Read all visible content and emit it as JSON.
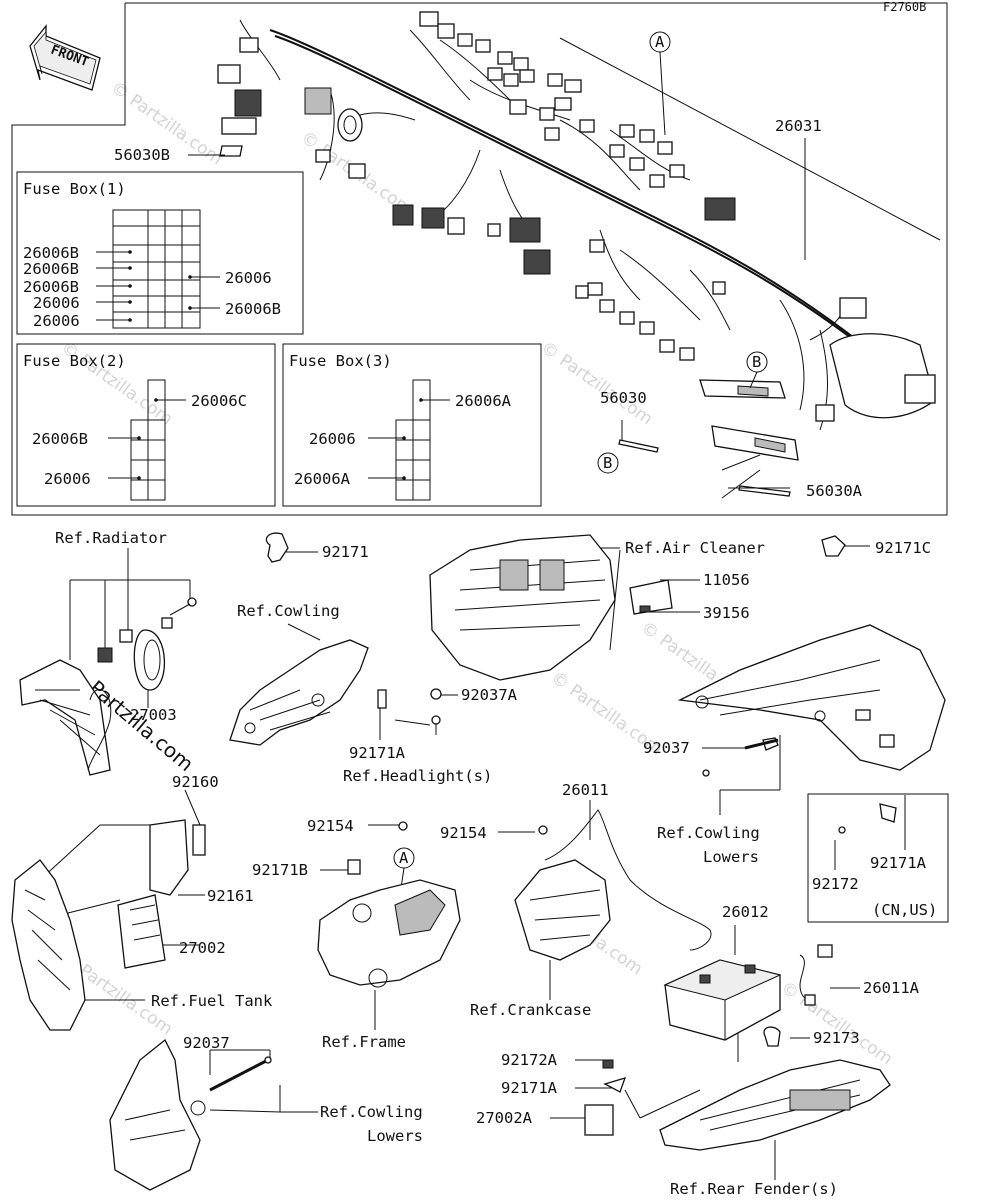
{
  "diagram_code": "F2760B",
  "front_label": "FRONT",
  "callouts": {
    "a": "A",
    "b": "B"
  },
  "fuse_boxes": [
    {
      "title": "Fuse Box(1)",
      "left_labels": [
        "26006B",
        "26006B",
        "26006B",
        "26006",
        "26006"
      ],
      "right_labels": [
        "26006",
        "26006B"
      ]
    },
    {
      "title": "Fuse Box(2)",
      "left_labels": [
        "26006B",
        "26006"
      ],
      "right_labels": [
        "26006C"
      ]
    },
    {
      "title": "Fuse Box(3)",
      "left_labels": [
        "26006",
        "26006A"
      ],
      "right_labels": [
        "26006A"
      ]
    }
  ],
  "labels": {
    "p56030b": "56030B",
    "p26031": "26031",
    "p56030": "56030",
    "p56030a": "56030A",
    "ref_radiator": "Ref.Radiator",
    "p92171": "92171",
    "ref_air_cleaner": "Ref.Air Cleaner",
    "p92171c": "92171C",
    "p11056": "11056",
    "p39156": "39156",
    "ref_cowling": "Ref.Cowling",
    "p27003": "27003",
    "p92037a": "92037A",
    "p92171a_1": "92171A",
    "ref_headlight": "Ref.Headlight(s)",
    "p92037_1": "92037",
    "ref_cowling_lowers_1a": "Ref.Cowling",
    "ref_cowling_lowers_1b": "Lowers",
    "p92160": "92160",
    "p92154_1": "92154",
    "p92154_2": "92154",
    "p26011": "26011",
    "p92171b": "92171B",
    "p92161": "92161",
    "p92172": "92172",
    "p92171a_2": "92171A",
    "region_note": "(CN,US)",
    "p26012": "26012",
    "p27002": "27002",
    "ref_fuel_tank": "Ref.Fuel Tank",
    "p26011a": "26011A",
    "ref_crankcase": "Ref.Crankcase",
    "ref_frame": "Ref.Frame",
    "p92173": "92173",
    "p92037_2": "92037",
    "p92172a": "92172A",
    "ref_cowling_lowers_2a": "Ref.Cowling",
    "ref_cowling_lowers_2b": "Lowers",
    "p92171a_3": "92171A",
    "p27002a": "27002A",
    "ref_rear_fender": "Ref.Rear Fender(s)"
  },
  "watermarks": [
    "© Partzilla.com",
    "© Partzilla.com",
    "© Partzilla.com",
    "© Partzilla.com",
    "© Partzilla.com",
    "© Partzilla.com",
    "© Partzilla.com",
    "© Partzilla.com",
    "© Partzilla.com",
    "Partzilla.com"
  ]
}
